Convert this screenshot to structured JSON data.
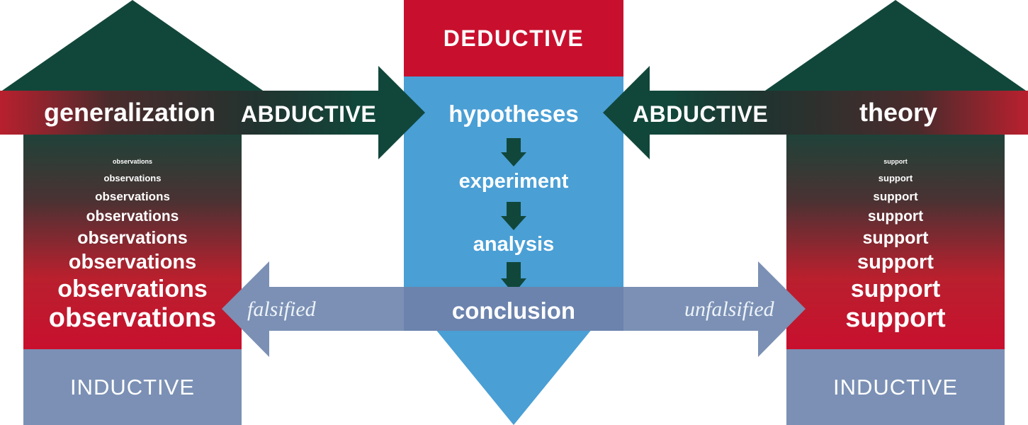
{
  "diagram": {
    "title": "Scientific reasoning cycle",
    "colors": {
      "red": "#c8102e",
      "dark_red": "#b9202e",
      "green": "#11473a",
      "blue": "#4a9fd5",
      "slate_blue": "#7b90b4",
      "conclusion_band": "#6b83ad",
      "white": "#ffffff"
    }
  },
  "left_column": {
    "heading": "generalization",
    "inductive_label": "INDUCTIVE",
    "word_stack": [
      "observations",
      "observations",
      "observations",
      "observations",
      "observations",
      "observations",
      "observations",
      "observations"
    ],
    "word_sizes": [
      9,
      13,
      17,
      21,
      25,
      29,
      34,
      38
    ]
  },
  "right_column": {
    "heading": "theory",
    "inductive_label": "INDUCTIVE",
    "word_stack": [
      "support",
      "support",
      "support",
      "support",
      "support",
      "support",
      "support",
      "support"
    ],
    "word_sizes": [
      9,
      13,
      17,
      21,
      25,
      29,
      34,
      38
    ]
  },
  "center_column": {
    "deductive_label": "DEDUCTIVE",
    "steps": [
      "hypotheses",
      "experiment",
      "analysis",
      "conclusion"
    ],
    "hypotheses": "hypotheses",
    "experiment": "experiment",
    "analysis": "analysis",
    "conclusion": "conclusion"
  },
  "abductive_left": {
    "label": "ABDUCTIVE"
  },
  "abductive_right": {
    "label": "ABDUCTIVE"
  },
  "falsified_arrow": {
    "label": "falsified"
  },
  "unfalsified_arrow": {
    "label": "unfalsified"
  }
}
